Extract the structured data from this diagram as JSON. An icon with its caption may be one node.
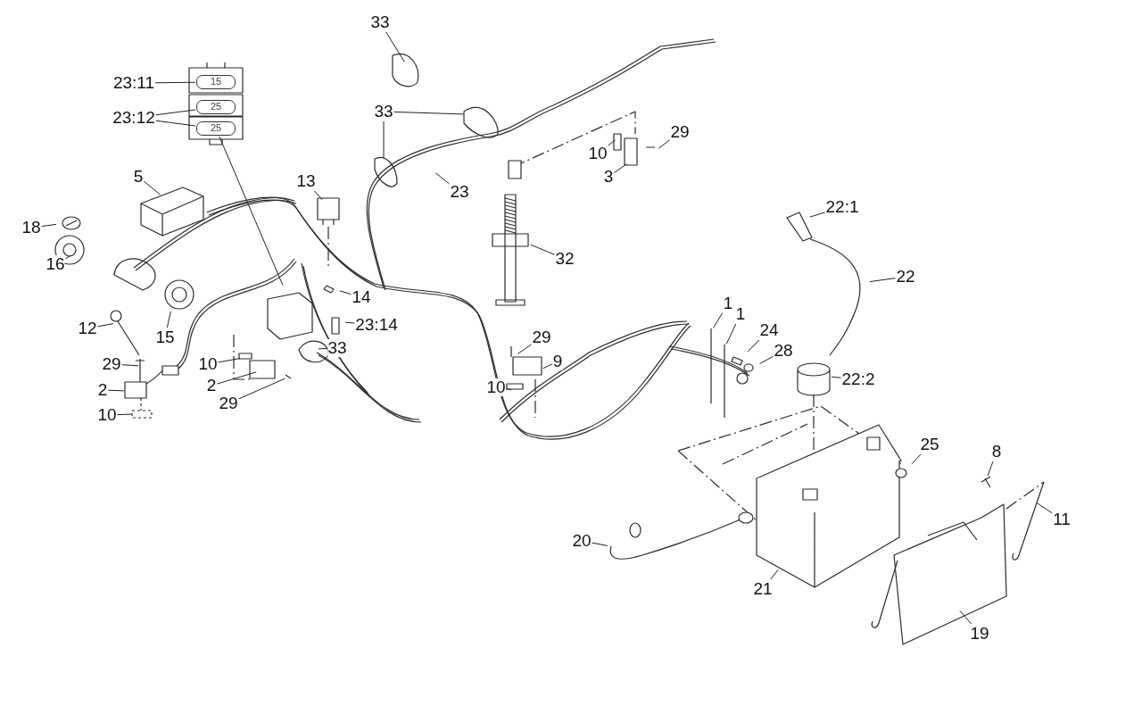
{
  "diagram": {
    "nodes": [
      {
        "text": [
          "33"
        ]
      },
      {
        "text": [
          "23:11"
        ]
      },
      {
        "text": [
          "15"
        ]
      },
      {
        "text": [
          "23:12"
        ]
      },
      {
        "text": [
          "25"
        ]
      },
      {
        "text": [
          "25"
        ]
      },
      {
        "text": [
          "33"
        ]
      },
      {
        "text": [
          "10"
        ]
      },
      {
        "text": [
          "29"
        ]
      },
      {
        "text": [
          "3"
        ]
      },
      {
        "text": [
          "5"
        ]
      },
      {
        "text": [
          "13"
        ]
      },
      {
        "text": [
          "23"
        ]
      },
      {
        "text": [
          "18"
        ]
      },
      {
        "text": [
          "16"
        ]
      },
      {
        "text": [
          "32"
        ]
      },
      {
        "text": [
          "22:1"
        ]
      },
      {
        "text": [
          "14"
        ]
      },
      {
        "text": [
          "22"
        ]
      },
      {
        "text": [
          "12"
        ]
      },
      {
        "text": [
          "15"
        ]
      },
      {
        "text": [
          "23:14"
        ]
      },
      {
        "text": [
          "1"
        ]
      },
      {
        "text": [
          "1"
        ]
      },
      {
        "text": [
          "29"
        ]
      },
      {
        "text": [
          "33"
        ]
      },
      {
        "text": [
          "24"
        ]
      },
      {
        "text": [
          "29"
        ]
      },
      {
        "text": [
          "10"
        ]
      },
      {
        "text": [
          "28"
        ]
      },
      {
        "text": [
          "9"
        ]
      },
      {
        "text": [
          "2"
        ]
      },
      {
        "text": [
          "2"
        ]
      },
      {
        "text": [
          "10"
        ]
      },
      {
        "text": [
          "22:2"
        ]
      },
      {
        "text": [
          "29"
        ]
      },
      {
        "text": [
          "10"
        ]
      },
      {
        "text": [
          "25"
        ]
      },
      {
        "text": [
          "8"
        ]
      },
      {
        "text": [
          "11"
        ]
      },
      {
        "text": [
          "20"
        ]
      },
      {
        "text": [
          "21"
        ]
      },
      {
        "text": [
          "19"
        ]
      }
    ],
    "edges": [
      {
        "from": 0,
        "to": null,
        "arrow": "none"
      },
      {
        "from": 1,
        "to": 2,
        "arrow": "none"
      },
      {
        "from": 3,
        "to": 4,
        "arrow": "none"
      },
      {
        "from": 3,
        "to": 5,
        "arrow": "none"
      },
      {
        "from": 5,
        "to": null,
        "arrow": "none"
      },
      {
        "from": 6,
        "to": null,
        "arrow": "none"
      },
      {
        "from": 6,
        "to": null,
        "arrow": "none"
      },
      {
        "from": 7,
        "to": null,
        "arrow": "none"
      },
      {
        "from": 8,
        "to": null,
        "arrow": "none"
      },
      {
        "from": 9,
        "to": null,
        "arrow": "none"
      },
      {
        "from": 10,
        "to": null,
        "arrow": "none"
      },
      {
        "from": 11,
        "to": null,
        "arrow": "none"
      },
      {
        "from": 12,
        "to": null,
        "arrow": "none"
      },
      {
        "from": 13,
        "to": null,
        "arrow": "none"
      },
      {
        "from": 14,
        "to": null,
        "arrow": "none"
      },
      {
        "from": 15,
        "to": null,
        "arrow": "none"
      },
      {
        "from": 16,
        "to": null,
        "arrow": "none"
      },
      {
        "from": 17,
        "to": null,
        "arrow": "none"
      },
      {
        "from": 18,
        "to": null,
        "arrow": "none"
      },
      {
        "from": 19,
        "to": null,
        "arrow": "none"
      },
      {
        "from": 20,
        "to": null,
        "arrow": "none"
      },
      {
        "from": 21,
        "to": null,
        "arrow": "none"
      },
      {
        "from": 22,
        "to": null,
        "arrow": "none"
      },
      {
        "from": 23,
        "to": null,
        "arrow": "none"
      },
      {
        "from": 24,
        "to": null,
        "arrow": "none"
      },
      {
        "from": 25,
        "to": null,
        "arrow": "none"
      },
      {
        "from": 26,
        "to": null,
        "arrow": "none"
      },
      {
        "from": 27,
        "to": null,
        "arrow": "none"
      },
      {
        "from": 28,
        "to": null,
        "arrow": "none"
      },
      {
        "from": 29,
        "to": null,
        "arrow": "none"
      },
      {
        "from": 30,
        "to": null,
        "arrow": "none"
      },
      {
        "from": 31,
        "to": null,
        "arrow": "none"
      },
      {
        "from": 32,
        "to": null,
        "arrow": "none"
      },
      {
        "from": 33,
        "to": null,
        "arrow": "none"
      },
      {
        "from": 34,
        "to": null,
        "arrow": "none"
      },
      {
        "from": 35,
        "to": null,
        "arrow": "none"
      },
      {
        "from": 36,
        "to": null,
        "arrow": "none"
      },
      {
        "from": 37,
        "to": null,
        "arrow": "none"
      },
      {
        "from": 38,
        "to": null,
        "arrow": "none"
      },
      {
        "from": 39,
        "to": null,
        "arrow": "none"
      },
      {
        "from": 40,
        "to": null,
        "arrow": "none"
      },
      {
        "from": 41,
        "to": null,
        "arrow": "none"
      },
      {
        "from": 42,
        "to": null,
        "arrow": "none"
      }
    ]
  }
}
